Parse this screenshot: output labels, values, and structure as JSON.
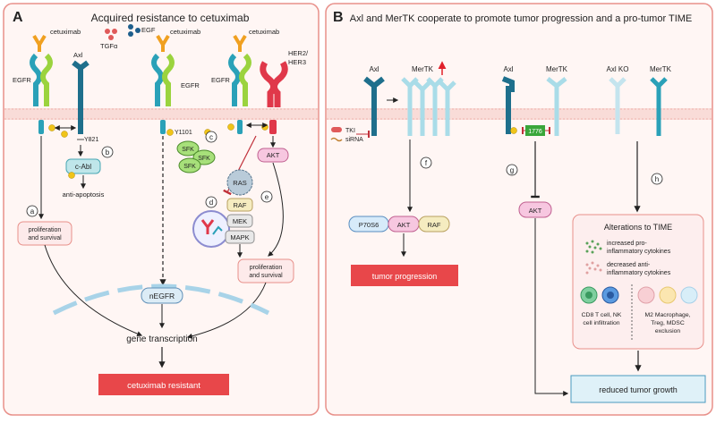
{
  "panelA": {
    "letter": "A",
    "title": "Acquired resistance to cetuximab",
    "cetuximab": "cetuximab",
    "egf": "EGF",
    "tgfa": "TGFα",
    "axl": "Axl",
    "egfr": "EGFR",
    "her": [
      "HER2/",
      "HER3"
    ],
    "y821": "Y821",
    "y1101": "Y1101",
    "cabl": "c-Abl",
    "antiApoptosis": "anti-apoptosis",
    "sfk": "SFK",
    "akt": "AKT",
    "ras": "RAS",
    "raf": "RAF",
    "mek": "MEK",
    "mapk": "MAPK",
    "prolif": [
      "proliferation",
      "and survival"
    ],
    "nEGFR": "nEGFR",
    "geneTranscription": "gene transcription",
    "result": "cetuximab resistant",
    "labels": [
      "a",
      "b",
      "c",
      "d",
      "e"
    ]
  },
  "panelB": {
    "letter": "B",
    "title": "Axl and MerTK cooperate to promote tumor progression and a pro-tumor TIME",
    "axl": "Axl",
    "mertk": "MerTK",
    "axlKO": "Axl KO",
    "tki": "TKI",
    "sirna": "siRNA",
    "site1776": "1776",
    "p70s6": "P70S6",
    "akt": "AKT",
    "raf": "RAF",
    "tumorProgression": "tumor progression",
    "labels": [
      "f",
      "g",
      "h"
    ],
    "timeTitle": "Alterations to TIME",
    "increased": [
      "increased pro-",
      "inflammatory cytokines"
    ],
    "decreased": [
      "decreased anti-",
      "inflammatory cytokines"
    ],
    "cd8": [
      "CD8 T cell, NK",
      "cell infiltration"
    ],
    "m2": [
      "M2 Macrophage,",
      "Treg, MDSC",
      "exclusion"
    ],
    "reduced": "reduced tumor growth"
  },
  "colors": {
    "panelBorder": "#e8908a",
    "panelFill": "#fff6f4",
    "membrane": "#f4c2bd",
    "result": "#e8474a",
    "egfr": "#2aa1b8",
    "axl": "#1e6f8c",
    "mertk": "#a9dce8",
    "her": "#e0384a",
    "phospho": "#f0c419",
    "sfk": "#a7e07a",
    "akt": "#f7c7e0",
    "reduced": "#dff1f8"
  }
}
